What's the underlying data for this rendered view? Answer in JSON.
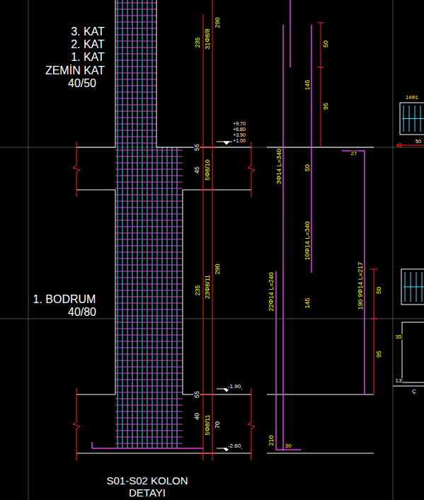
{
  "diagram": {
    "caption": "S01-S02 KOLON DETAYI",
    "labels": [
      "3. KAT",
      "2. KAT",
      "1. KAT",
      "ZEMİN KAT",
      "40/50",
      "235",
      "31Φ8/8",
      "290",
      "+9.70",
      "+6.80",
      "+3.90",
      "+1.00",
      "55",
      "45",
      "5Φ8/10",
      "50",
      "145",
      "95",
      "3Φ14  L=340",
      "50",
      "27",
      "10Φ14  L=340",
      "235",
      "23Φ8/11",
      "290",
      "22Φ14  L=240",
      "145",
      "9Φ14  L=217",
      "190",
      "50",
      "95",
      "1. BODRUM",
      "40/80",
      "55",
      "-1.90",
      "40",
      "5Φ8/11",
      "70",
      "-2.60",
      "210",
      "30",
      "14Φ1",
      "50",
      "35",
      "13",
      "Ç"
    ]
  }
}
